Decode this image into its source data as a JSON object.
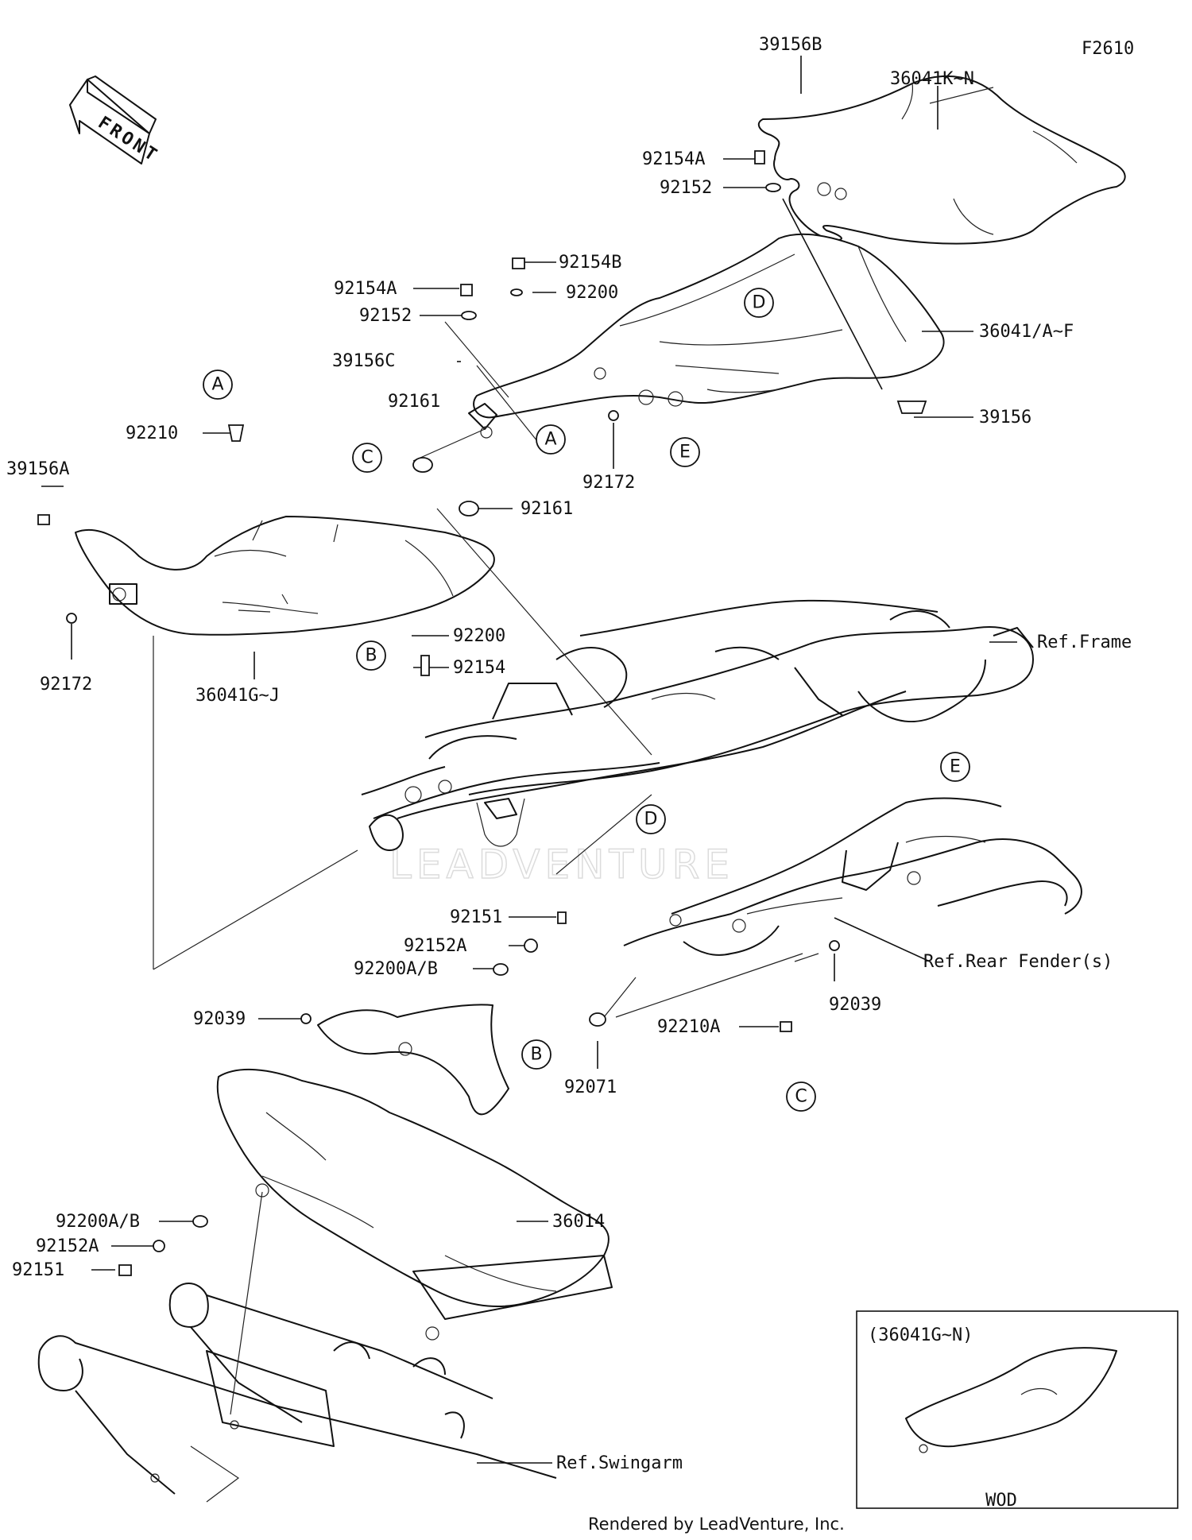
{
  "figure_id": "F2610",
  "front_label": "FRONT",
  "watermark": "LEADVENTURE",
  "footer": "Rendered by LeadVenture, Inc.",
  "inset": {
    "caption": "(36041G~N)",
    "footer_label": "WOD"
  },
  "callouts": [
    "A",
    "A",
    "B",
    "B",
    "C",
    "C",
    "D",
    "D",
    "E",
    "E"
  ],
  "parts": [
    {
      "number": "39156B"
    },
    {
      "number": "36041K~N"
    },
    {
      "number": "92154A"
    },
    {
      "number": "92152"
    },
    {
      "number": "92154B"
    },
    {
      "number": "92154A"
    },
    {
      "number": "92200"
    },
    {
      "number": "92152"
    },
    {
      "number": "36041/A~F"
    },
    {
      "number": "39156C"
    },
    {
      "number": "92161"
    },
    {
      "number": "39156"
    },
    {
      "number": "92210"
    },
    {
      "number": "92172"
    },
    {
      "number": "92161"
    },
    {
      "number": "39156A"
    },
    {
      "number": "92172"
    },
    {
      "number": "92200"
    },
    {
      "number": "92154"
    },
    {
      "number": "36041G~J"
    },
    {
      "number": "Ref.Frame"
    },
    {
      "number": "92151"
    },
    {
      "number": "92152A"
    },
    {
      "number": "92200A/B"
    },
    {
      "number": "Ref.Rear Fender(s)"
    },
    {
      "number": "92039"
    },
    {
      "number": "92039"
    },
    {
      "number": "92210A"
    },
    {
      "number": "92071"
    },
    {
      "number": "92200A/B"
    },
    {
      "number": "36014"
    },
    {
      "number": "92152A"
    },
    {
      "number": "92151"
    },
    {
      "number": "Ref.Swingarm"
    }
  ]
}
